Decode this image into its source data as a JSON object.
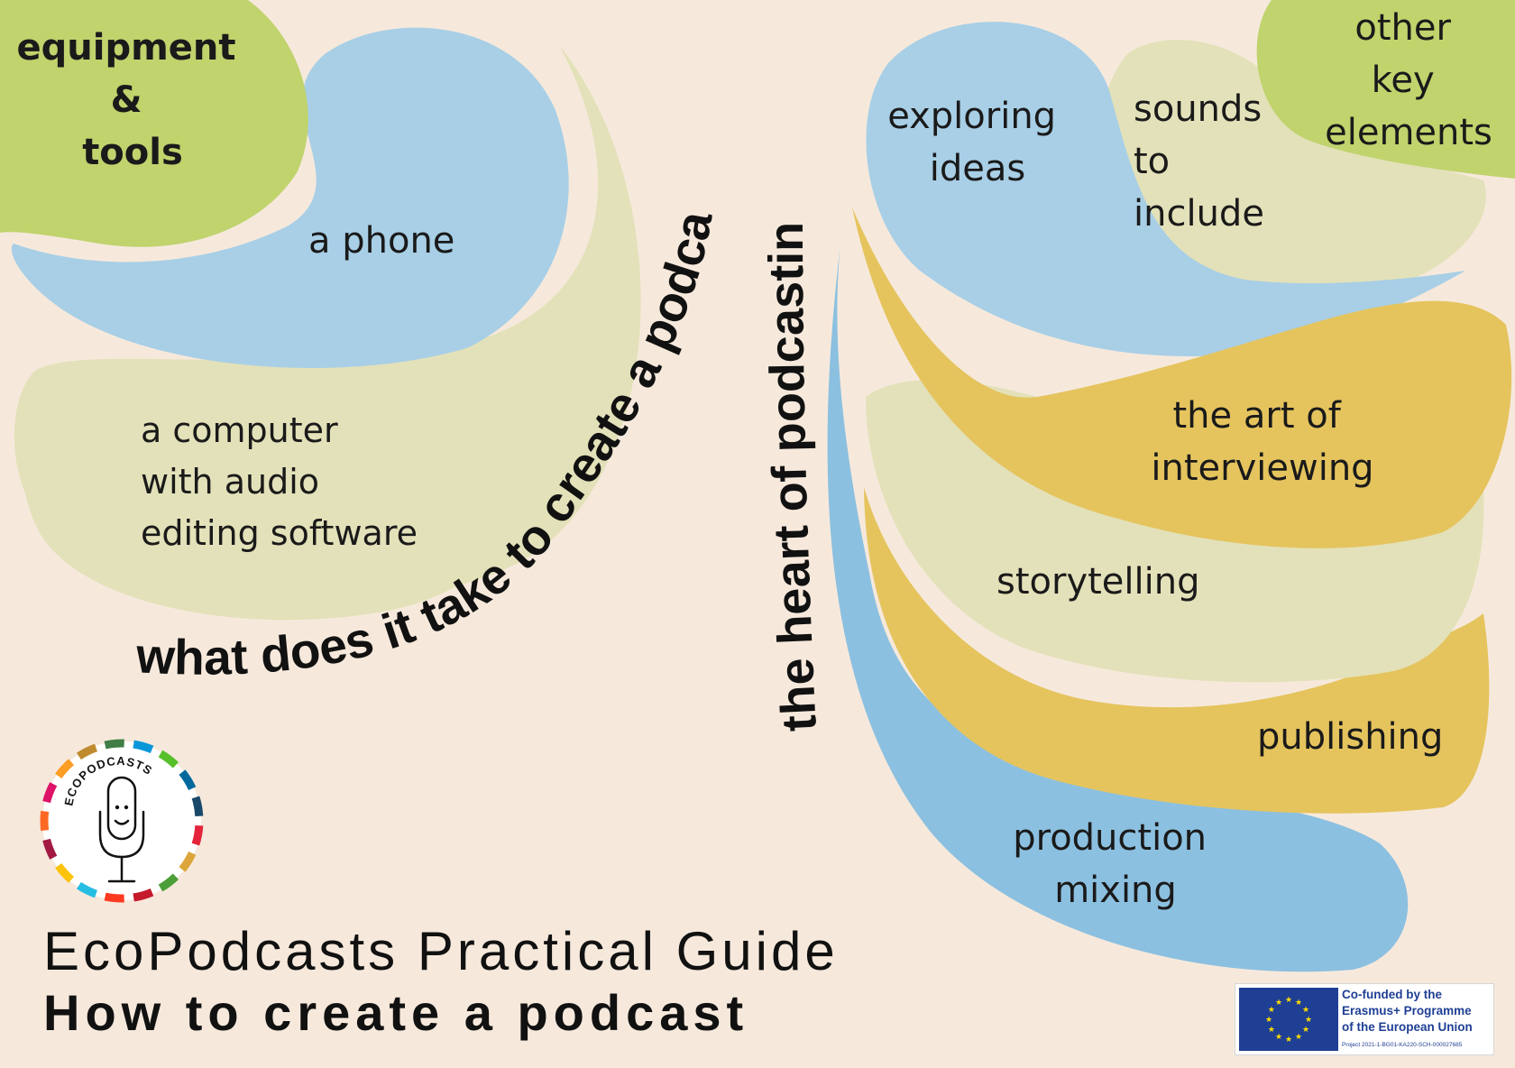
{
  "left_section": {
    "heading_lines": [
      "equipment",
      "&",
      "tools"
    ],
    "phone_label": "a phone",
    "computer_lines": [
      "a computer",
      "with audio",
      "editing software"
    ],
    "curved_question": "what does it take to create a podcast?"
  },
  "right_section": {
    "curved_heading": "the heart of podcasting",
    "exploring_lines": [
      "exploring",
      "ideas"
    ],
    "sounds_lines": [
      "sounds",
      "to",
      "include"
    ],
    "other_lines": [
      "other",
      "key",
      "elements"
    ],
    "interview_lines": [
      "the art of",
      "interviewing"
    ],
    "storytelling": "storytelling",
    "publishing": "publishing",
    "production_lines": [
      "production",
      "mixing"
    ]
  },
  "logo": {
    "ring_text": "ECOPODCASTS",
    "ring_colors": [
      "#e5243b",
      "#dda63a",
      "#4c9f38",
      "#c5192d",
      "#ff3a21",
      "#26bde2",
      "#fcc30b",
      "#a21942",
      "#fd6925",
      "#dd1367",
      "#fd9d24",
      "#bf8b2e",
      "#3f7e44",
      "#0a97d9",
      "#56c02b",
      "#00689d",
      "#19486a"
    ]
  },
  "footer": {
    "title": "EcoPodcasts Practical Guide",
    "subtitle": "How to create a podcast"
  },
  "eu_badge": {
    "lines": [
      "Co-funded by the",
      "Erasmus+ Programme",
      "of the European Union"
    ],
    "project": "Project 2021-1-BG01-KA220-SCH-000027685"
  },
  "colors": {
    "background": "#f6e9dc",
    "green": "#c0d36d",
    "light_blue": "#a8cfe6",
    "mid_blue": "#8cc0e0",
    "sage": "#e3e1b9",
    "gold": "#e5c45e",
    "eu_blue": "#1f3f94"
  }
}
